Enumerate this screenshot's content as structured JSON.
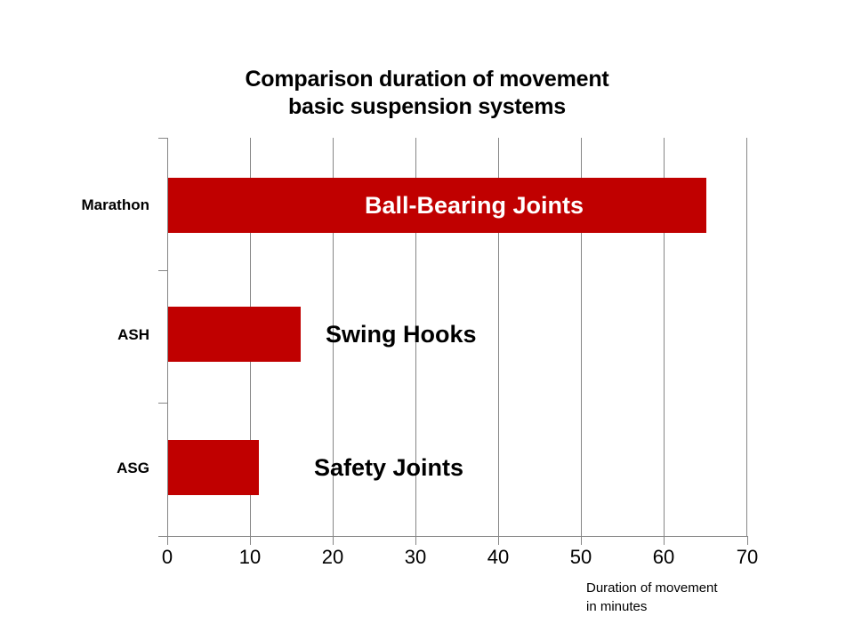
{
  "chart_data": {
    "type": "bar",
    "orientation": "horizontal",
    "title": "Comparison duration of movement basic suspension systems",
    "title_lines": [
      "Comparison duration of movement",
      "basic suspension systems"
    ],
    "categories": [
      "Marathon",
      "ASH",
      "ASG"
    ],
    "values": [
      65,
      16,
      11
    ],
    "bar_labels": [
      "Ball-Bearing Joints",
      "Swing Hooks",
      "Safety Joints"
    ],
    "bar_label_placement": [
      "inside",
      "outside",
      "outside"
    ],
    "xlabel": "Duration of movement in minutes",
    "xlabel_lines": [
      "Duration of movement",
      "in minutes"
    ],
    "ylabel": "",
    "xlim": [
      0,
      70
    ],
    "xticks": [
      0,
      10,
      20,
      30,
      40,
      50,
      60,
      70
    ],
    "xtick_labels": [
      "0",
      "10",
      "20",
      "30",
      "40",
      "50",
      "60",
      "70"
    ],
    "grid": "vertical",
    "legend": "none",
    "series": [
      {
        "name": "Duration of movement",
        "color": "#C00000",
        "points": [
          {
            "category": "Marathon",
            "value": 65,
            "label": "Ball-Bearing Joints"
          },
          {
            "category": "ASH",
            "value": 16,
            "label": "Swing Hooks"
          },
          {
            "category": "ASG",
            "value": 11,
            "label": "Safety Joints"
          }
        ]
      }
    ],
    "colors": {
      "bar": "#C00000",
      "grid": "#868686",
      "axis": "#868686",
      "text": "#000000",
      "bar_label_inside": "#FFFFFF",
      "background": "#FFFFFF"
    }
  }
}
